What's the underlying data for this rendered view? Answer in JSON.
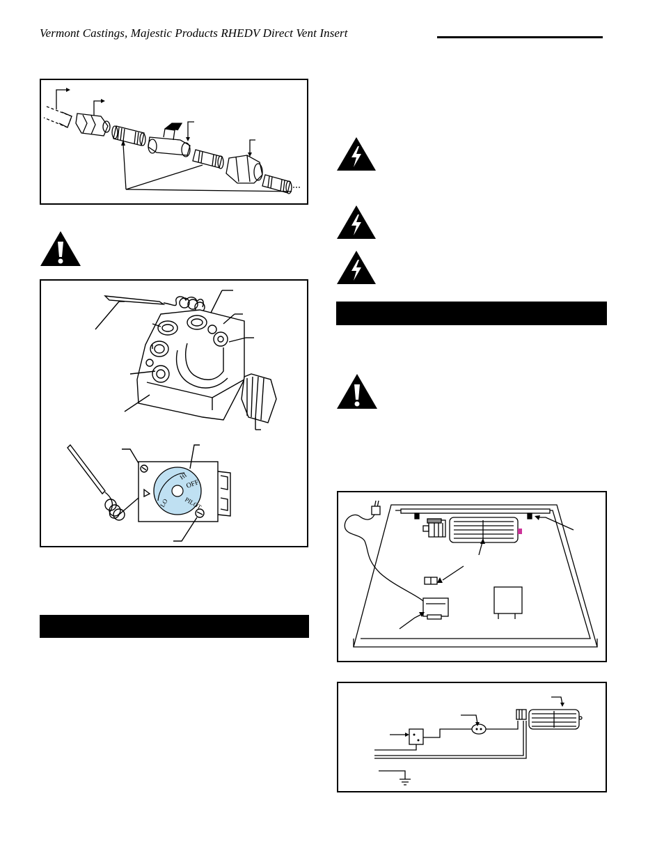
{
  "header": {
    "title": "Vermont Castings, Majestic Products RHEDV Direct Vent Insert"
  },
  "valve_dial": {
    "markings": [
      "HI",
      "OFF",
      "PILOT",
      "LO"
    ],
    "highlight_color": "#bfe0f2"
  },
  "colors": {
    "ink": "#000000",
    "paper": "#ffffff",
    "dial_blue": "#bfe0f2",
    "fan_accent": "#cc3399"
  },
  "icons": {
    "caution": "exclamation-warning-icon",
    "electrical": "lightning-warning-icon",
    "ground": "ground-symbol-icon"
  }
}
